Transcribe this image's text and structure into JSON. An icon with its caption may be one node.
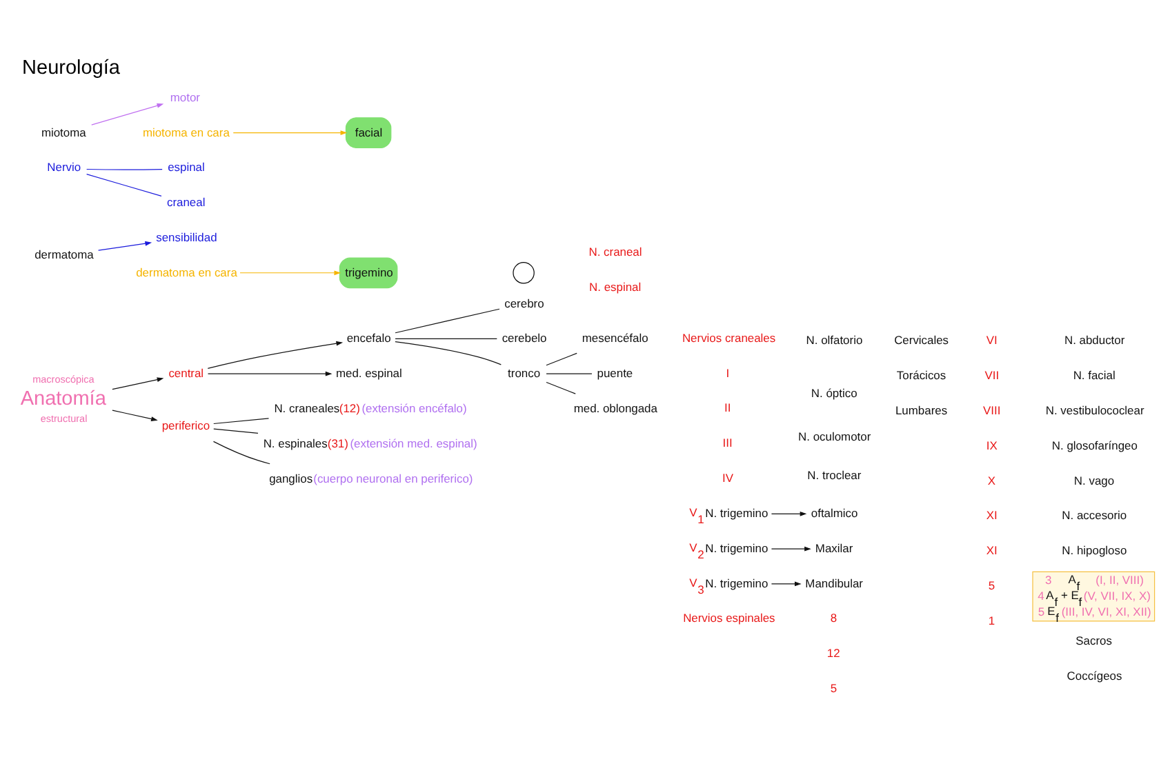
{
  "diagram": {
    "title": "Neurología",
    "nodes": [
      {
        "text": [
          "macroscópica",
          "Anatomía",
          "estructural"
        ]
      },
      {
        "text": [
          "central"
        ]
      },
      {
        "text": [
          "periferico"
        ]
      },
      {
        "text": [
          "encefalo"
        ]
      },
      {
        "text": [
          "med. espinal"
        ]
      },
      {
        "text": [
          "cerebro"
        ]
      },
      {
        "text": [
          "cerebelo"
        ]
      },
      {
        "text": [
          "tronco"
        ]
      },
      {
        "text": [
          "mesencéfalo"
        ]
      },
      {
        "text": [
          "puente"
        ]
      },
      {
        "text": [
          "med. oblongada"
        ]
      },
      {
        "text": [
          "N. craneales",
          "(12)",
          "(extensión encéfalo)"
        ]
      },
      {
        "text": [
          "N. espinales",
          "(31)",
          "(extensión med. espinal)"
        ]
      },
      {
        "text": [
          "ganglios",
          "(cuerpo neuronal en periferico)"
        ]
      },
      {
        "text": [
          "V$_{1}$",
          "N. trigemino"
        ]
      },
      {
        "text": [
          "oftalmico"
        ]
      },
      {
        "text": [
          "V$_{2}$",
          "N. trigemino"
        ]
      },
      {
        "text": [
          "Maxilar"
        ]
      },
      {
        "text": [
          "V$_{3}$",
          "N. trigemino"
        ]
      },
      {
        "text": [
          "Mandibular"
        ]
      },
      {
        "text": [
          "3",
          "A$_{f}$",
          "(I, II, VIII)",
          "4",
          "A$_{f}$ + E$_{f}$",
          "(V, VII, IX, X)",
          "5",
          "E$_{f}$",
          "(III, IV, VI, XI, XII)"
        ]
      },
      {
        "text": [
          "sensibilidad"
        ]
      },
      {
        "text": [
          "dermatoma"
        ]
      },
      {
        "text": [
          "dermatoma en cara"
        ]
      },
      {
        "text": [
          "trigemino"
        ]
      },
      {
        "text": [
          "Nervio"
        ]
      },
      {
        "text": [
          "espinal"
        ]
      },
      {
        "text": [
          "craneal"
        ]
      },
      {
        "text": [
          "motor"
        ]
      },
      {
        "text": [
          "miotoma"
        ]
      },
      {
        "text": [
          "miotoma en cara"
        ]
      },
      {
        "text": [
          "facial"
        ]
      },
      {
        "text": [],
        "shape": "person"
      }
    ],
    "edges": [
      {
        "from": 0,
        "to": 1,
        "arrow": "to"
      },
      {
        "from": 0,
        "to": 2,
        "arrow": "to"
      },
      {
        "from": 1,
        "to": 3,
        "arrow": "to"
      },
      {
        "from": 1,
        "to": 4,
        "arrow": "to"
      },
      {
        "from": 3,
        "to": 5,
        "arrow": "none"
      },
      {
        "from": 3,
        "to": 6,
        "arrow": "none"
      },
      {
        "from": 3,
        "to": 7,
        "arrow": "none"
      },
      {
        "from": 7,
        "to": 8,
        "arrow": "none"
      },
      {
        "from": 7,
        "to": 9,
        "arrow": "none"
      },
      {
        "from": 7,
        "to": 10,
        "arrow": "none"
      },
      {
        "from": 2,
        "to": 11,
        "arrow": "none"
      },
      {
        "from": 2,
        "to": 12,
        "arrow": "none"
      },
      {
        "from": 2,
        "to": 13,
        "arrow": "none"
      },
      {
        "from": 14,
        "to": 15,
        "arrow": "to"
      },
      {
        "from": 16,
        "to": 17,
        "arrow": "to"
      },
      {
        "from": 18,
        "to": 19,
        "arrow": "to"
      },
      {
        "from": 22,
        "to": 21,
        "arrow": "to",
        "color": "#1a1adc"
      },
      {
        "from": 23,
        "to": 24,
        "arrow": "to",
        "color": "#f5b400"
      },
      {
        "from": 25,
        "to": 26,
        "arrow": "none",
        "color": "#1a1adc"
      },
      {
        "from": 25,
        "to": 27,
        "arrow": "none",
        "color": "#1a1adc"
      },
      {
        "from": 29,
        "to": 28,
        "arrow": "to",
        "color": "#c070f0"
      },
      {
        "from": 30,
        "to": 31,
        "arrow": "to",
        "color": "#f5b400"
      }
    ],
    "labels": [
      "Nervios craneales",
      "I",
      "N. olfatorio",
      "II",
      "N. óptico",
      "III",
      "N. oculomotor",
      "IV",
      "N. troclear",
      "VI",
      "N. abductor",
      "VII",
      "N. facial",
      "VIII",
      "N. vestibulococlear",
      "IX",
      "N. glosofaríngeo",
      "X",
      "N. vago",
      "XI",
      "N. accesorio",
      "XI",
      "N. hipogloso",
      "Nervios espinales",
      "8",
      "Cervicales",
      "5",
      "Sacros",
      "12",
      "Torácicos",
      "1",
      "Coccígeos",
      "5",
      "Lumbares",
      "N. craneal",
      "N. espinal"
    ]
  }
}
